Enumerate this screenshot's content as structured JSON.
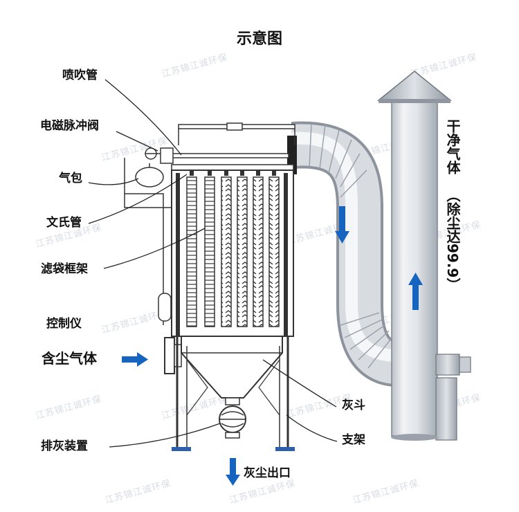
{
  "title": "示意图",
  "watermark": "江苏锦江诚环保",
  "labels": {
    "spray_pipe": "喷吹管",
    "pulse_valve": "电磁脉冲阀",
    "air_bag": "气包",
    "venturi": "文氏管",
    "bag_cage": "滤袋框架",
    "controller": "控制仪",
    "inlet_gas": "含尘气体",
    "ash_discharge": "排灰装置",
    "hopper": "灰斗",
    "support": "支架",
    "dust_outlet": "灰尘出口",
    "clean_gas": "干净气体",
    "removal_rate": "（除尘达99.9）"
  },
  "colors": {
    "arrow_blue": "#1565c0",
    "steel_light": "#e6e9ed",
    "steel_dark": "#9aa1aa",
    "foot_blue": "#2f5fa8"
  },
  "icons": [
    "flow-arrow-right-icon",
    "flow-arrow-down-icon",
    "flow-arrow-up-icon"
  ]
}
